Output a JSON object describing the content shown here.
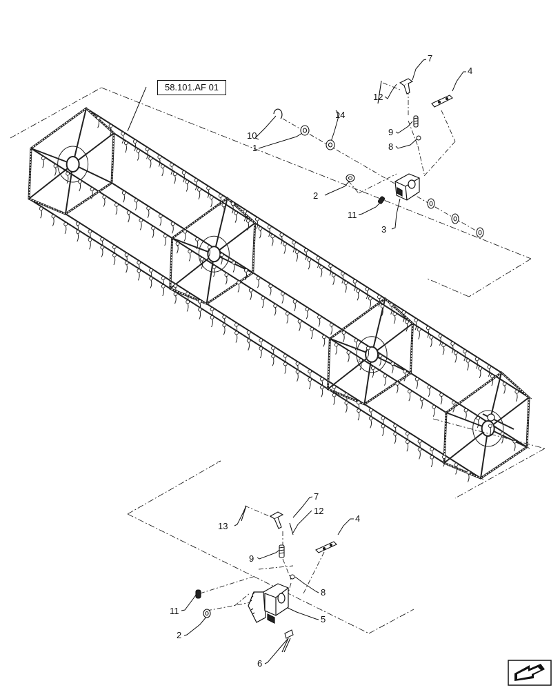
{
  "reference_label": "58.101.AF 01",
  "callouts": {
    "c1": "1",
    "c2_top": "2",
    "c3": "3",
    "c4_top": "4",
    "c7_top": "7",
    "c8_top": "8",
    "c9_top": "9",
    "c10": "10",
    "c11_top": "11",
    "c12_top": "12",
    "c14": "14",
    "c13": "13",
    "c7_bot": "7",
    "c12_bot": "12",
    "c4_bot": "4",
    "c9_bot": "9",
    "c8_bot": "8",
    "c11_bot": "11",
    "c5": "5",
    "c2_bot": "2",
    "c6": "6"
  },
  "icons": {
    "reel": "pickup-reel-assembly-drawing",
    "nav": "next-page-arrow-icon"
  }
}
